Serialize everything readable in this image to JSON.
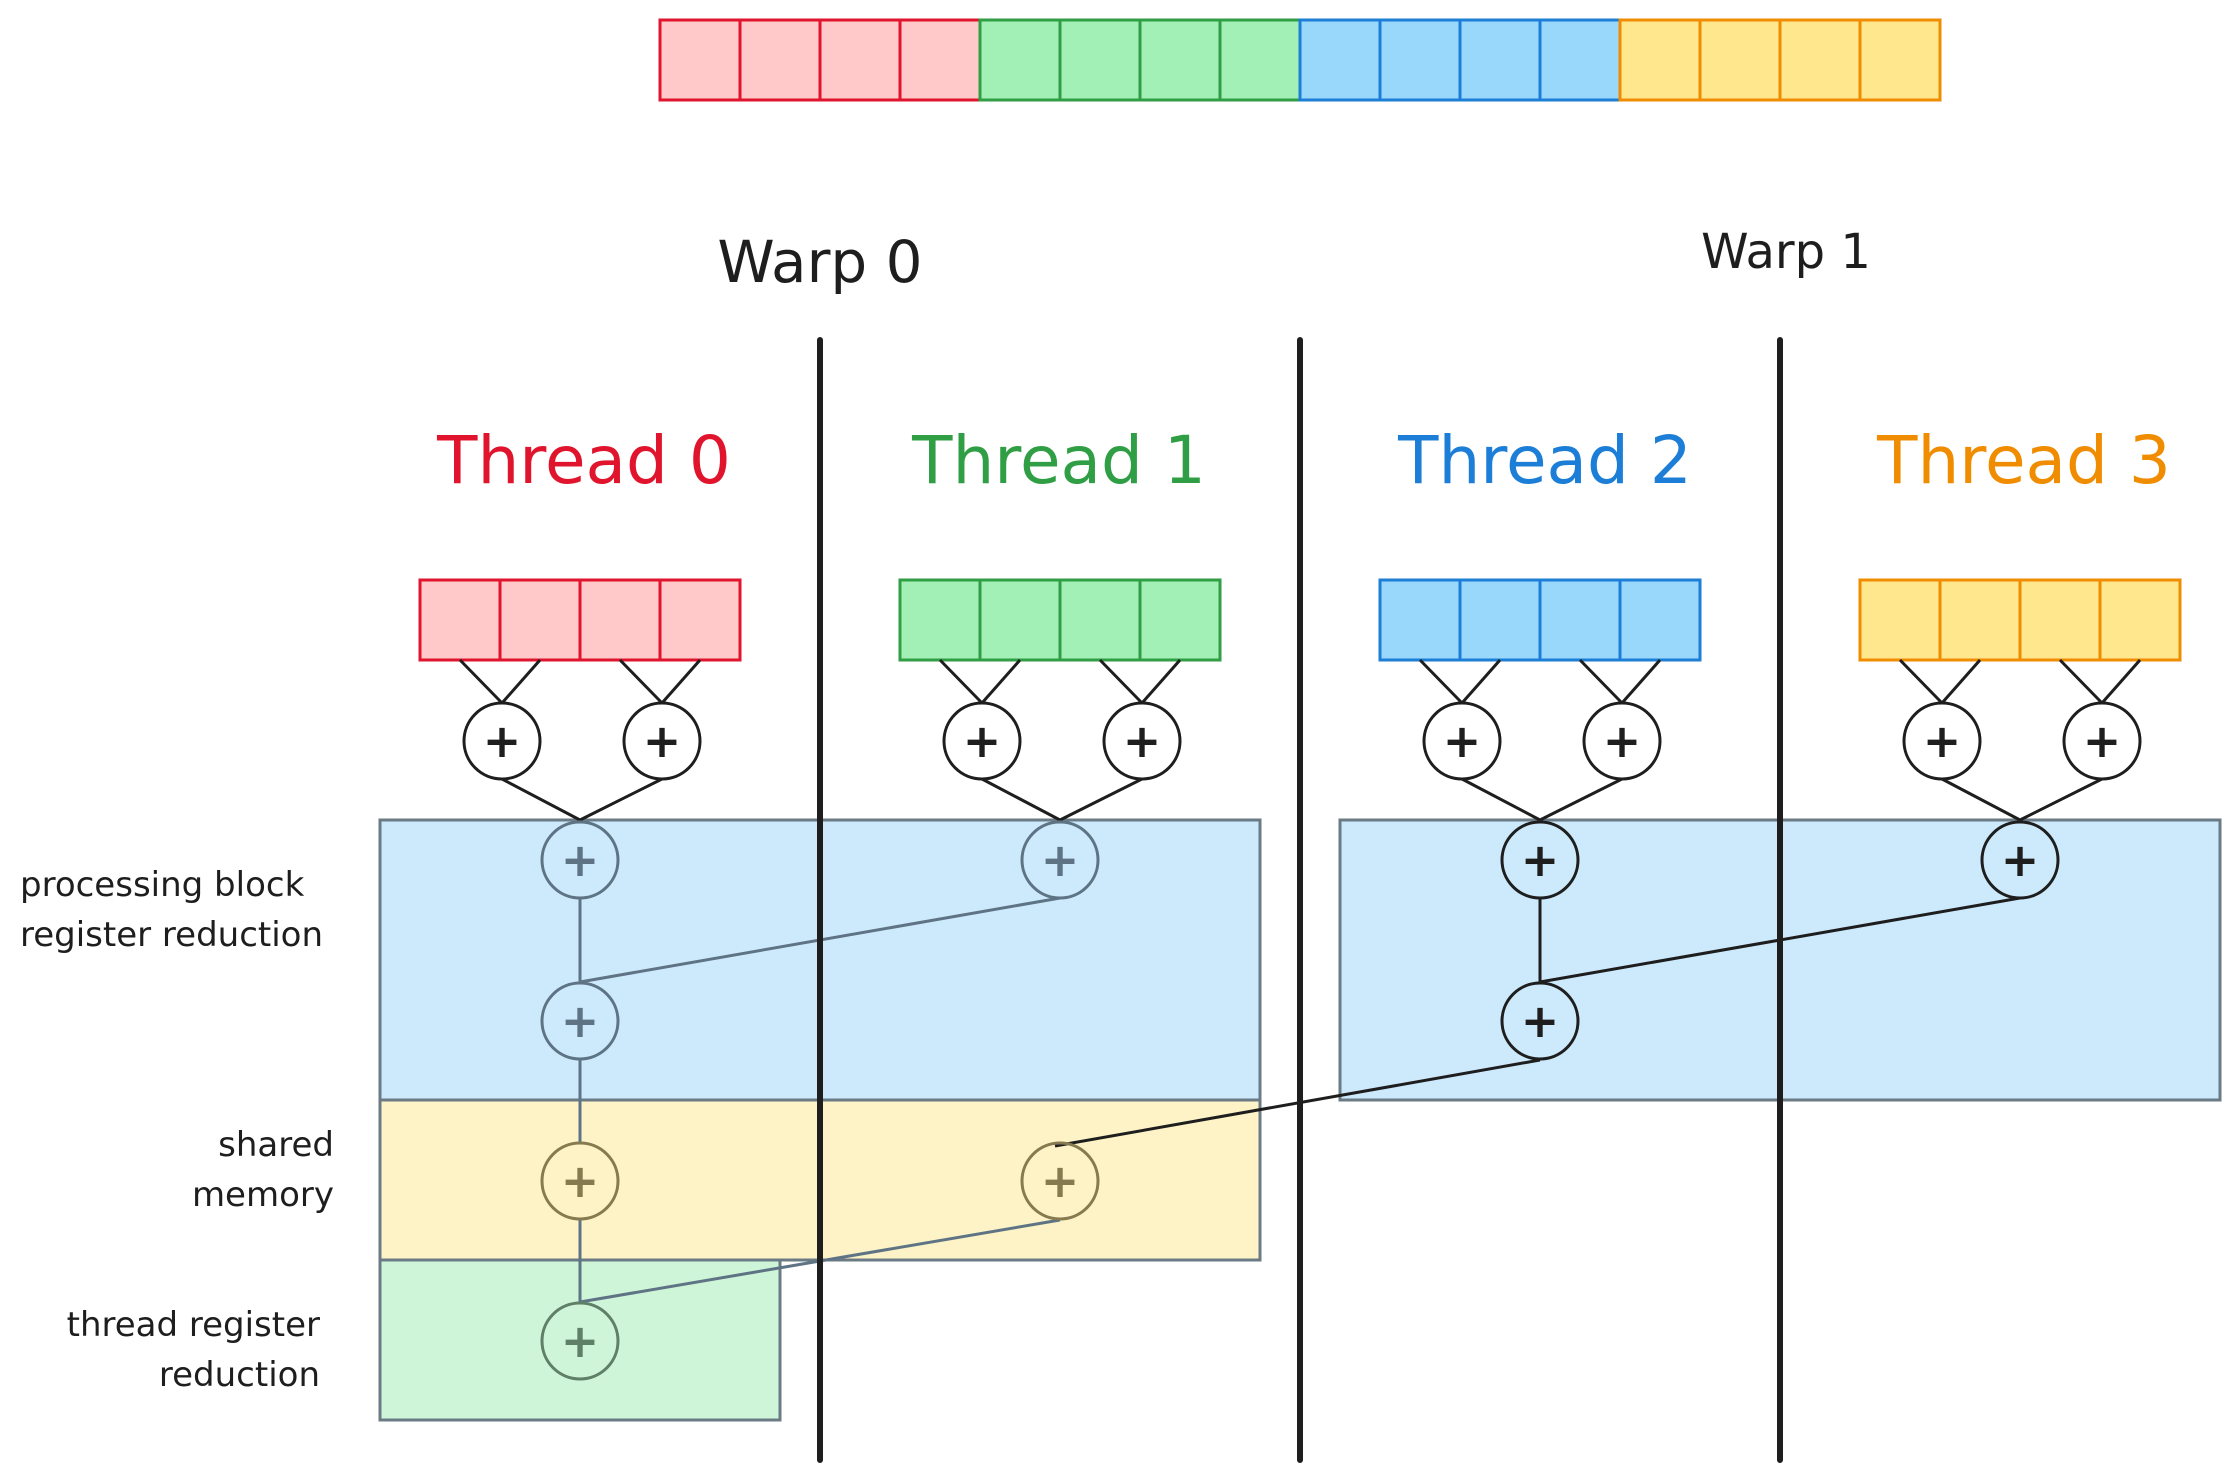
{
  "warps": [
    {
      "label": "Warp 0"
    },
    {
      "label": "Warp 1"
    }
  ],
  "threads": [
    {
      "label": "Thread 0",
      "stroke": "#e0142c",
      "fill": "#ffc9c9"
    },
    {
      "label": "Thread 1",
      "stroke": "#2f9e44",
      "fill": "#a3f0b6"
    },
    {
      "label": "Thread 2",
      "stroke": "#1c7ed6",
      "fill": "#9ad8fb"
    },
    {
      "label": "Thread 3",
      "stroke": "#f08c00",
      "fill": "#ffe78d"
    }
  ],
  "regions": {
    "processing_block": {
      "label_line1": "processing block",
      "label_line2": "register reduction",
      "fill": "#cdeafc",
      "stroke": "#6b7b86"
    },
    "shared_memory": {
      "label_line1": "shared",
      "label_line2": "memory",
      "fill": "#fdf3c6",
      "stroke": "#6b7b86"
    },
    "thread_register": {
      "label_line1": "thread register",
      "label_line2": "reduction",
      "fill": "#cff5d8",
      "stroke": "#6b7b86"
    }
  },
  "operator_symbol": "+"
}
